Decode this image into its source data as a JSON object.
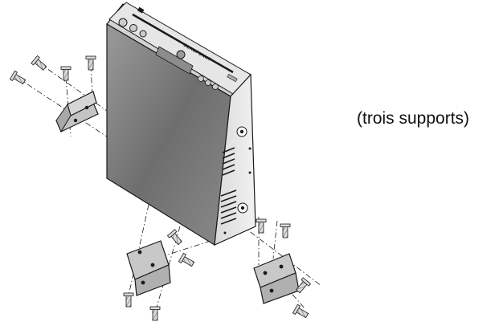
{
  "caption": "(trois supports)",
  "device": {
    "brand_marking": "BLAUPUNKT",
    "kind": "cd-changer"
  },
  "colors": {
    "line": "#1a1a1a",
    "body_front": "#7a7a7a",
    "body_side": "#e4e4e4",
    "body_top": "#d4d4d4",
    "bracket": "#c4c4c4",
    "screw": "#dcdcdc"
  },
  "labels": {
    "device": "device",
    "brackets": [
      "bracket-left",
      "bracket-bottom",
      "bracket-right"
    ]
  }
}
